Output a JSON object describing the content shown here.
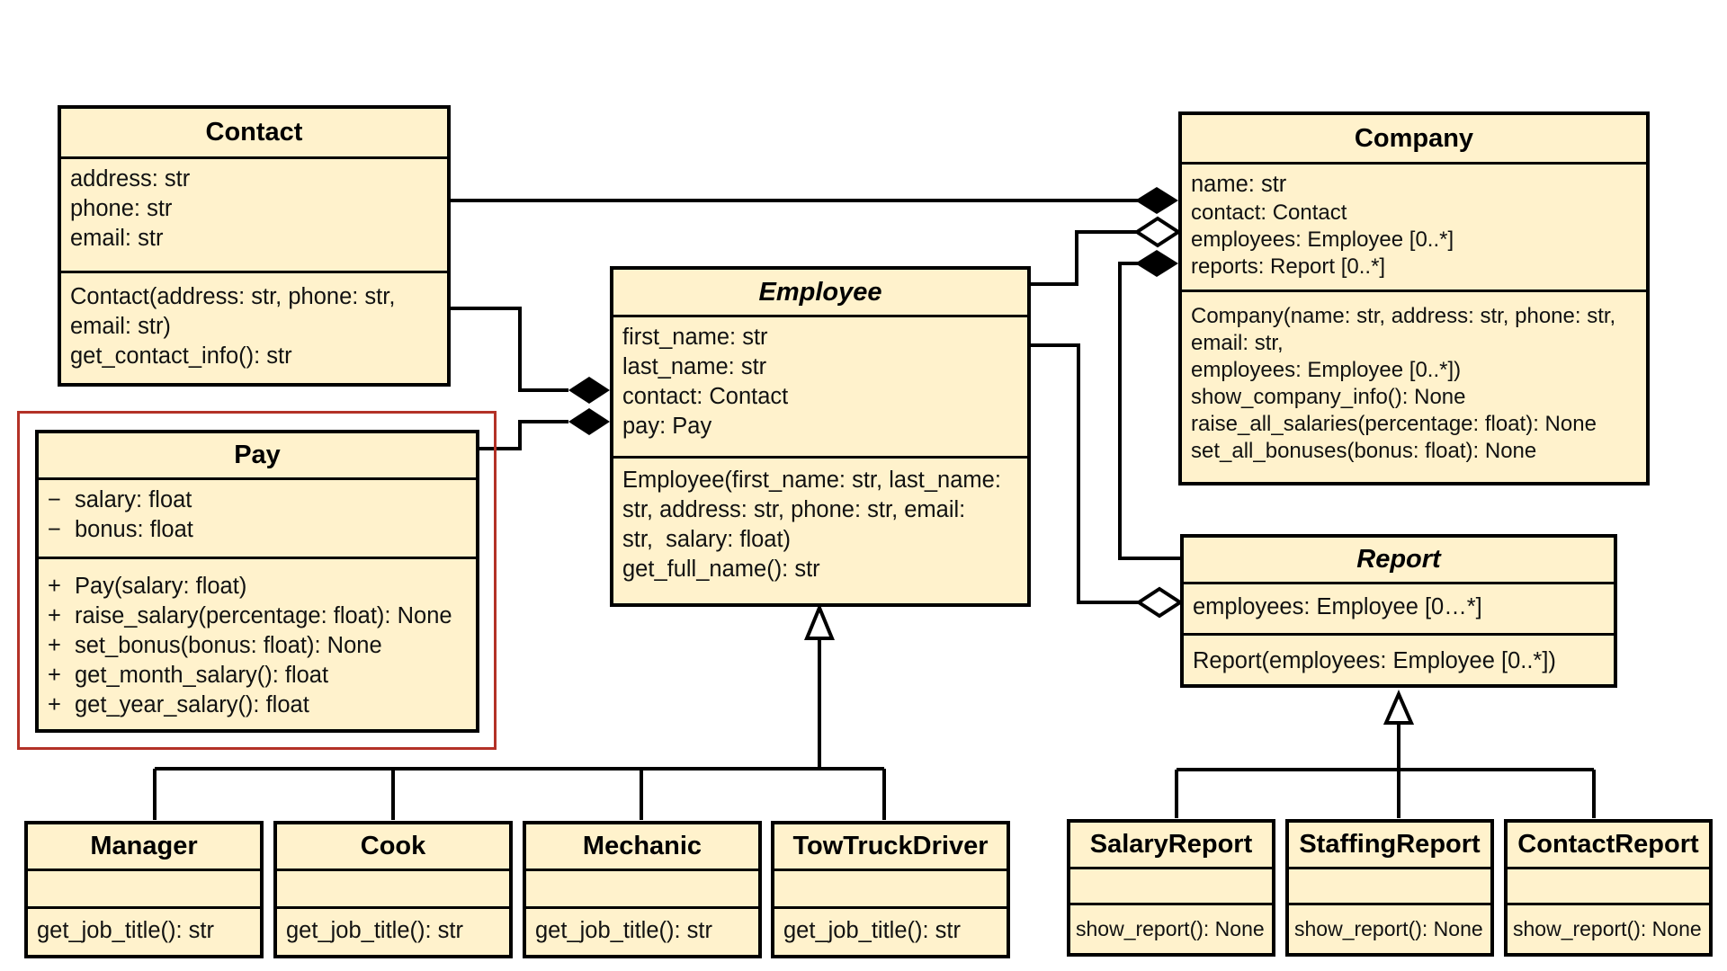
{
  "classes": {
    "contact": {
      "name": "Contact",
      "attributes": [
        "address: str",
        "phone: str",
        "email: str"
      ],
      "methods": [
        "Contact(address: str, phone: str,",
        "email: str)",
        "get_contact_info(): str"
      ]
    },
    "company": {
      "name": "Company",
      "attributes": [
        "name: str",
        "contact: Contact",
        "employees: Employee [0..*]",
        "reports: Report [0..*]"
      ],
      "methods": [
        "Company(name: str, address: str, phone: str,",
        "email: str,",
        "employees: Employee [0..*])",
        "show_company_info(): None",
        "raise_all_salaries(percentage: float): None",
        "set_all_bonuses(bonus: float): None"
      ]
    },
    "employee": {
      "name": "Employee",
      "attributes": [
        "first_name: str",
        "last_name: str",
        "contact: Contact",
        "pay: Pay"
      ],
      "methods": [
        "Employee(first_name: str, last_name:",
        "str, address: str, phone: str, email:",
        "str,  salary: float)",
        "get_full_name(): str"
      ]
    },
    "pay": {
      "name": "Pay",
      "attributes": [
        {
          "vis": "−",
          "text": "salary: float"
        },
        {
          "vis": "−",
          "text": "bonus: float"
        }
      ],
      "methods": [
        {
          "vis": "+",
          "text": "Pay(salary: float)"
        },
        {
          "vis": "+",
          "text": "raise_salary(percentage: float): None"
        },
        {
          "vis": "+",
          "text": "set_bonus(bonus: float): None"
        },
        {
          "vis": "+",
          "text": "get_month_salary(): float"
        },
        {
          "vis": "+",
          "text": "get_year_salary(): float"
        }
      ]
    },
    "report": {
      "name": "Report",
      "attributes": [
        "employees: Employee [0…*]"
      ],
      "methods": [
        "Report(employees: Employee [0..*])"
      ]
    },
    "manager": {
      "name": "Manager",
      "methods": [
        "get_job_title(): str"
      ]
    },
    "cook": {
      "name": "Cook",
      "methods": [
        "get_job_title(): str"
      ]
    },
    "mechanic": {
      "name": "Mechanic",
      "methods": [
        "get_job_title(): str"
      ]
    },
    "tow_truck_driver": {
      "name": "TowTruckDriver",
      "methods": [
        "get_job_title(): str"
      ]
    },
    "salary_report": {
      "name": "SalaryReport",
      "methods": [
        "show_report(): None"
      ]
    },
    "staffing_report": {
      "name": "StaffingReport",
      "methods": [
        "show_report(): None"
      ]
    },
    "contact_report": {
      "name": "ContactReport",
      "methods": [
        "show_report(): None"
      ]
    }
  },
  "colors": {
    "class_fill": "#fff2cc",
    "border": "#000000",
    "highlight": "#b33127"
  }
}
